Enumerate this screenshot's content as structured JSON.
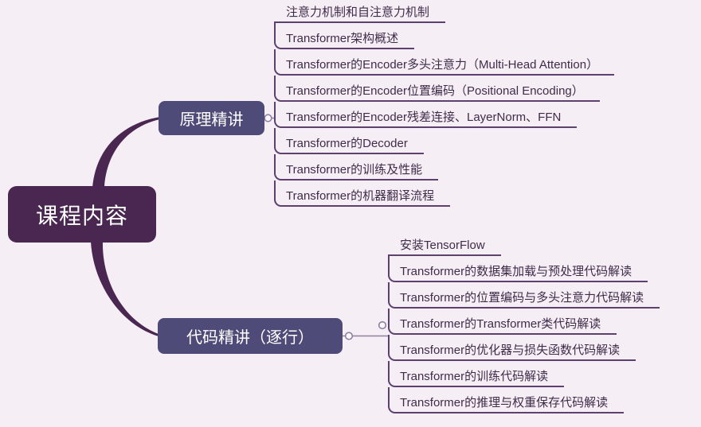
{
  "colors": {
    "bg": "#f5eff5",
    "root-fill": "#4a2751",
    "branch-fill": "#4f4b79",
    "node-text": "#ffffff",
    "leaf-text": "#3f2b4a",
    "line": "#5d4070",
    "connector": "#8f7fa0",
    "handle-fill": "#fbf8fc"
  },
  "root": {
    "label": "课程内容"
  },
  "branches": [
    {
      "label": "原理精讲",
      "children": [
        "注意力机制和自注意力机制",
        "Transformer架构概述",
        "Transformer的Encoder多头注意力（Multi-Head Attention）",
        "Transformer的Encoder位置编码（Positional Encoding）",
        "Transformer的Encoder残差连接、LayerNorm、FFN",
        "Transformer的Decoder",
        "Transformer的训练及性能",
        "Transformer的机器翻译流程"
      ]
    },
    {
      "label": "代码精讲（逐行）",
      "children": [
        "安装TensorFlow",
        "Transformer的数据集加载与预处理代码解读",
        "Transformer的位置编码与多头注意力代码解读",
        "Transformer的Transformer类代码解读",
        "Transformer的优化器与损失函数代码解读",
        "Transformer的训练代码解读",
        "Transformer的推理与权重保存代码解读"
      ]
    }
  ]
}
